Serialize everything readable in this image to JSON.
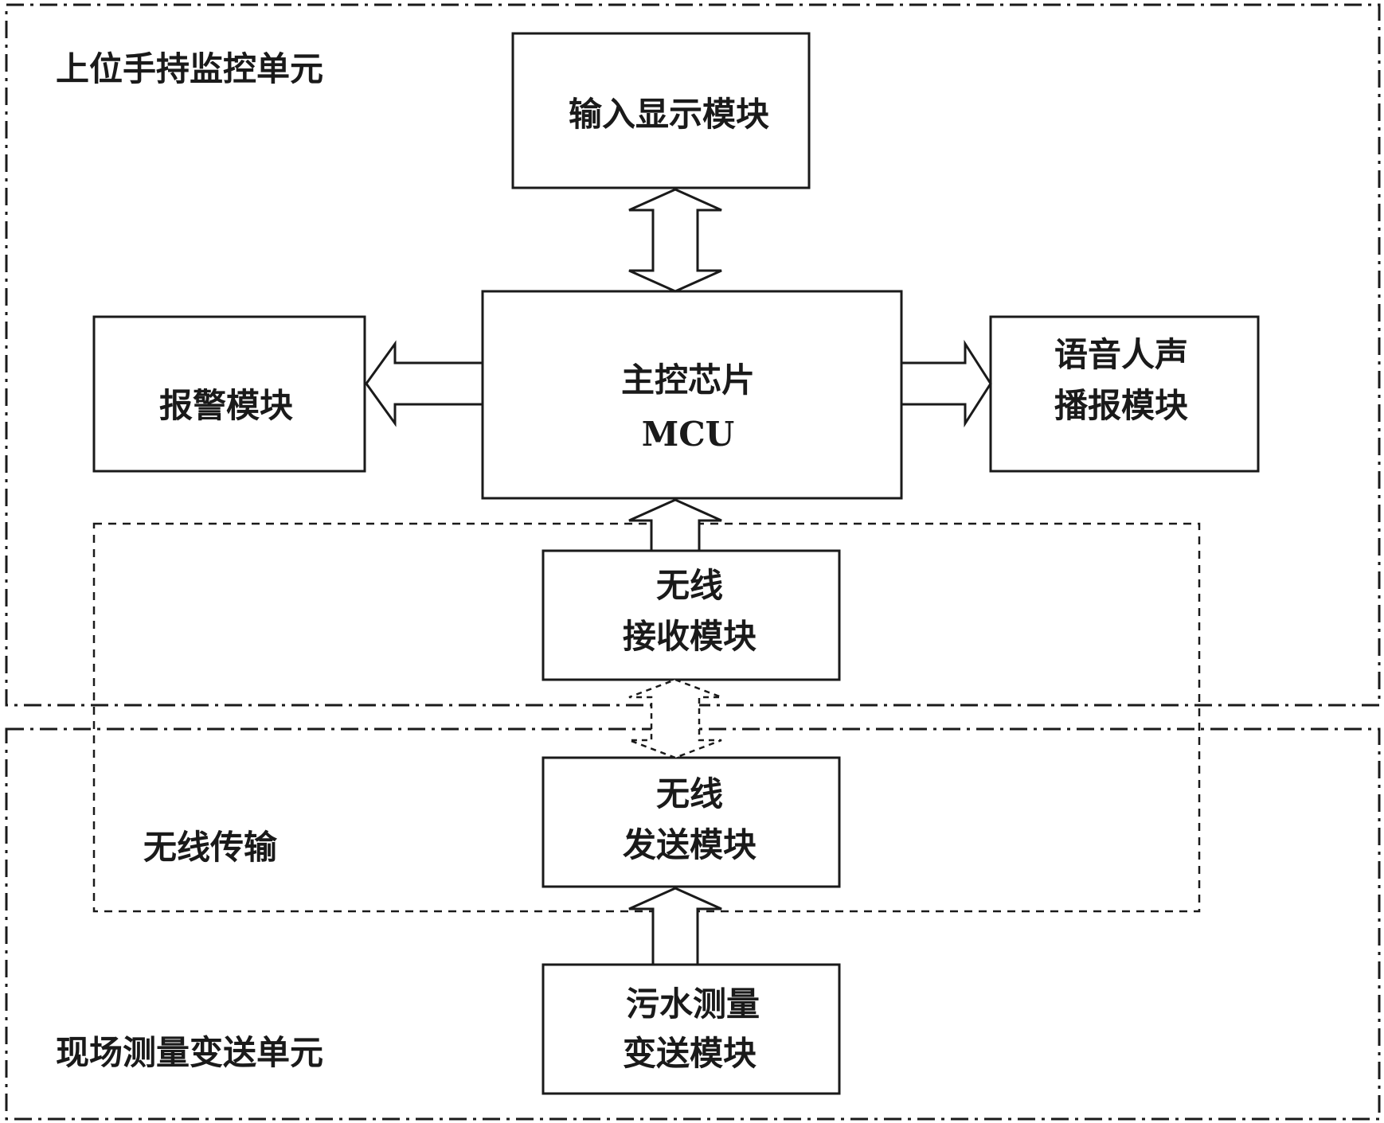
{
  "units": {
    "upper": "上位手持监控单元",
    "field": "现场测量变送单元",
    "wireless": "无线传输"
  },
  "modules": {
    "input_display": "输入显示模块",
    "mcu_line1": "主控芯片",
    "mcu_line2": "MCU",
    "alarm": "报警模块",
    "voice_line1": "语音人声",
    "voice_line2": "播报模块",
    "rx_line1": "无线",
    "rx_line2": "接收模块",
    "tx_line1": "无线",
    "tx_line2": "发送模块",
    "sewage_line1": "污水测量",
    "sewage_line2": "变送模块"
  },
  "colors": {
    "line": "#1a1a1a",
    "background": "#ffffff"
  }
}
